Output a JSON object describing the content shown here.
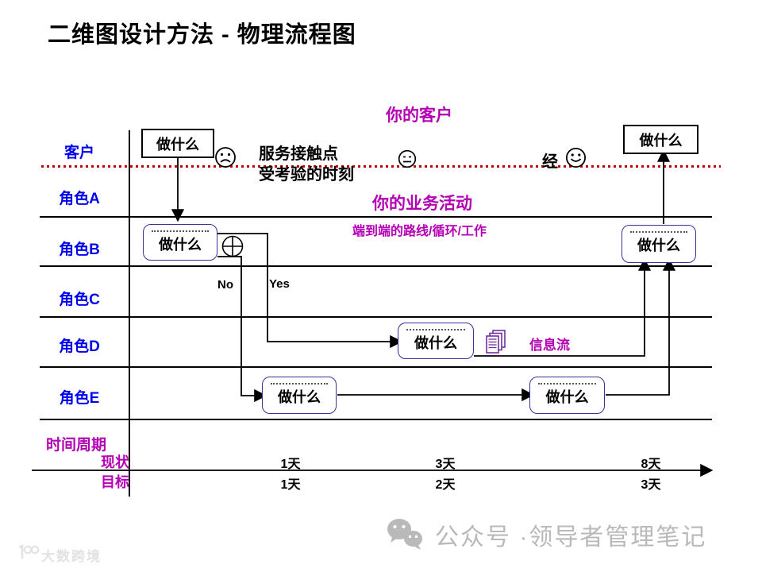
{
  "title": "二维图设计方法 - 物理流程图",
  "lanes": [
    "客户",
    "角色A",
    "角色B",
    "角色C",
    "角色D",
    "角色E"
  ],
  "box_label": "做什么",
  "annotations": {
    "your_customer": "你的客户",
    "touchpoint_line1": "服务接触点",
    "touchpoint_line2": "受考验的时刻",
    "jing_label": "经",
    "your_business_activity": "你的业务活动",
    "end_to_end": "端到端的路线/循环/工作",
    "info_flow": "信息流",
    "no_label": "No",
    "yes_label": "Yes"
  },
  "time": {
    "cycle_label": "时间周期",
    "rows": [
      {
        "label": "现状",
        "values": [
          "1天",
          "3天",
          "8天"
        ]
      },
      {
        "label": "目标",
        "values": [
          "1天",
          "2天",
          "3天"
        ]
      }
    ]
  },
  "watermark": {
    "wechat_text": "公众号 ·领导者管理笔记",
    "logo_text": "大数跨境"
  },
  "colors": {
    "lane_label_blue": "#0000EE",
    "magenta": "#B400B4",
    "touchline_red": "#C00000",
    "rounded_box_border": "#333399",
    "doc_icon_purple": "#7030A0",
    "watermark_gray": "#B9B9B9"
  }
}
